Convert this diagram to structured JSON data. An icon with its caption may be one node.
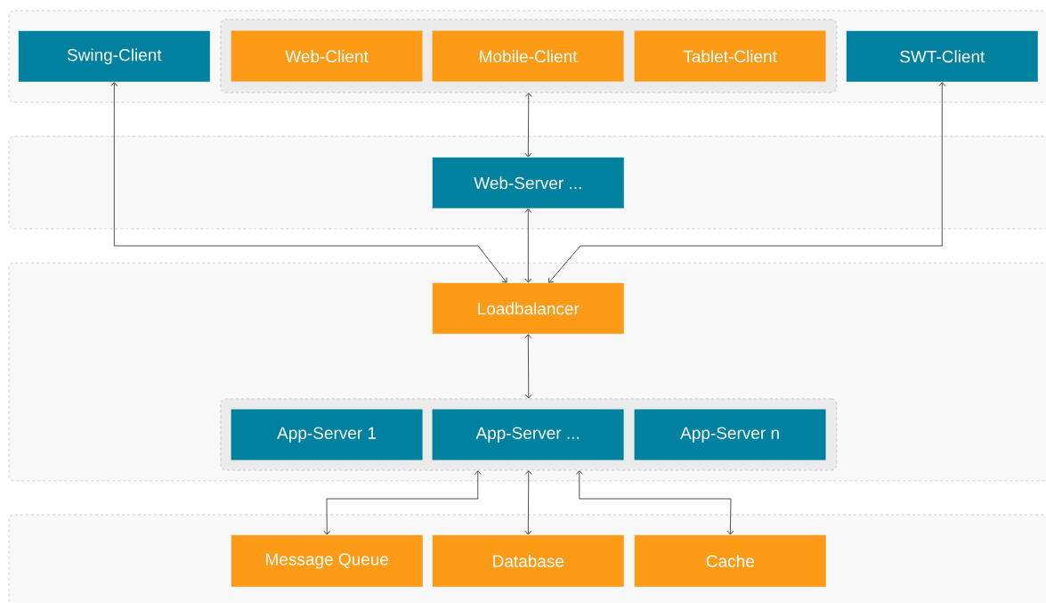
{
  "diagram": {
    "nodes": [
      {
        "text": [],
        "shape": "box"
      },
      {
        "text": [
          "Swing-Client"
        ],
        "in": 0
      },
      {
        "text": [],
        "shape": "box",
        "in": 0
      },
      {
        "text": [
          "Web-Client"
        ],
        "in": 2
      },
      {
        "text": [
          "Mobile-Client"
        ],
        "in": 2
      },
      {
        "text": [
          "Tablet-Client"
        ],
        "in": 2
      },
      {
        "text": [
          "SWT-Client"
        ],
        "in": 0
      },
      {
        "text": [],
        "shape": "box"
      },
      {
        "text": [
          "Web-Server ..."
        ],
        "in": 7
      },
      {
        "text": [],
        "shape": "box"
      },
      {
        "text": [
          "Loadbalancer"
        ],
        "in": 9
      },
      {
        "text": [],
        "shape": "box",
        "in": 9
      },
      {
        "text": [
          "App-Server 1"
        ],
        "in": 11
      },
      {
        "text": [
          "App-Server ..."
        ],
        "in": 11
      },
      {
        "text": [
          "App-Server n"
        ],
        "in": 11
      },
      {
        "text": [],
        "shape": "box"
      },
      {
        "text": [
          "Message Queue"
        ],
        "in": 15
      },
      {
        "text": [
          "Database"
        ],
        "in": 15
      },
      {
        "text": [
          "Cache"
        ],
        "in": 15
      }
    ],
    "edges": [
      {
        "from": 2,
        "to": 8,
        "arrow": "both"
      },
      {
        "from": 8,
        "to": 10,
        "arrow": "both"
      },
      {
        "from": 1,
        "to": 10,
        "arrow": "both"
      },
      {
        "from": 6,
        "to": 10,
        "arrow": "both"
      },
      {
        "from": 10,
        "to": 11,
        "arrow": "both"
      },
      {
        "from": 11,
        "to": 16,
        "arrow": "both"
      },
      {
        "from": 11,
        "to": 17,
        "arrow": "both"
      },
      {
        "from": 11,
        "to": 18,
        "arrow": "both"
      }
    ]
  }
}
